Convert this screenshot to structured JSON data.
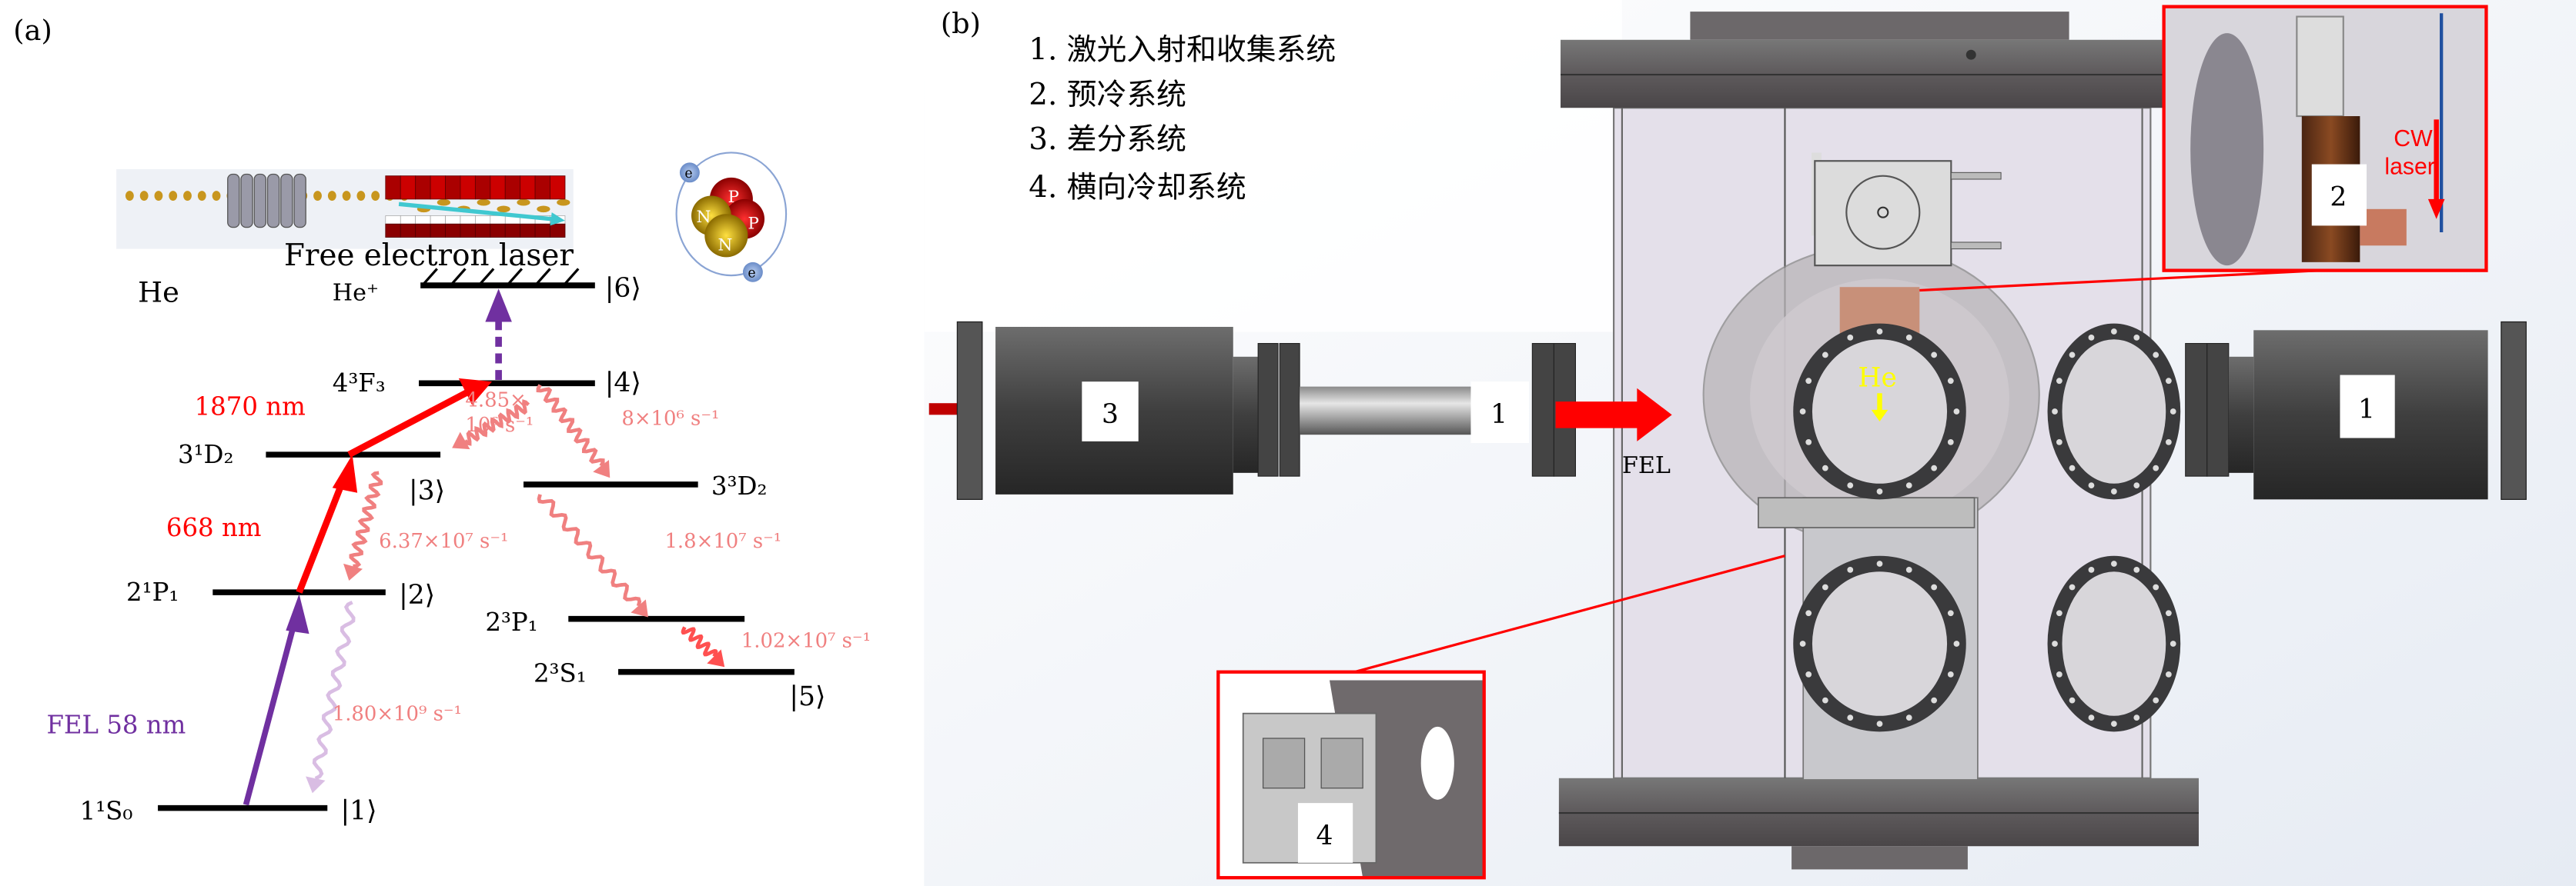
{
  "panel_a": {
    "label": "(a)",
    "fel_caption": "Free electron laser",
    "atom": {
      "proton": "P",
      "neutron": "N",
      "electron": "e"
    },
    "species": "He",
    "ion": "He⁺",
    "levels": [
      {
        "term": "1¹S₀",
        "ket": "|1⟩"
      },
      {
        "term": "2¹P₁",
        "ket": "|2⟩"
      },
      {
        "term": "3¹D₂",
        "ket": "|3⟩"
      },
      {
        "term": "4³F₃",
        "ket": "|4⟩"
      },
      {
        "term": "2³S₁",
        "ket": "|5⟩"
      },
      {
        "term": "",
        "ket": "|6⟩"
      },
      {
        "term": "3³D₂",
        "ket": ""
      },
      {
        "term": "2³P₁",
        "ket": ""
      }
    ],
    "lasers": {
      "fel": "FEL 58 nm",
      "l668": "668 nm",
      "l1870": "1870 nm"
    },
    "rates": {
      "r41a": "4.85×",
      "r41b": "10⁶ s⁻¹",
      "r4_3D": "8×10⁶ s⁻¹",
      "r32": "6.37×10⁷ s⁻¹",
      "r3D_3P": "1.8×10⁷ s⁻¹",
      "r3P_3S": "1.02×10⁷ s⁻¹",
      "r21": "1.80×10⁹ s⁻¹"
    },
    "colors": {
      "laser_red": "#ff0000",
      "fel_purple": "#7030a0",
      "decay": "#f08080",
      "decay_fel": "#d9bde3"
    }
  },
  "panel_b": {
    "label": "(b)",
    "legend": [
      "1. 激光入射和收集系统",
      "2. 预冷系统",
      "3. 差分系统",
      "4. 横向冷却系统"
    ],
    "callouts": {
      "left_diff": "3",
      "left_laser": "1",
      "right_laser": "1",
      "precool": "2",
      "cooling": "4"
    },
    "he_label": "He",
    "fel_label": "FEL",
    "cw_label_1": "CW",
    "cw_label_2": "laser"
  }
}
